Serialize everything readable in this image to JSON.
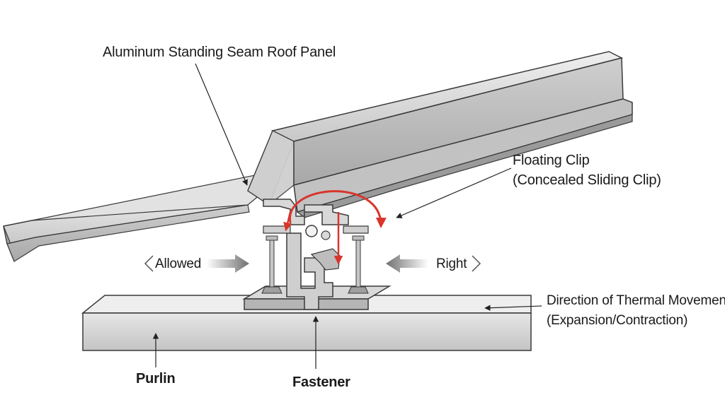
{
  "labels": {
    "roof_panel": "Aluminum Standing Seam Roof Panel",
    "floating_clip_line1": "Floating Clip",
    "floating_clip_line2": "(Concealed Sliding Clip)",
    "allowed": "Allowed",
    "right": "Right",
    "thermal_line1": "Direction of Thermal Movement",
    "thermal_line2": "(Expansion/Contraction)",
    "purlin": "Purlin",
    "fastener": "Fastener"
  },
  "colors": {
    "metal_light": "#d9d9d9",
    "metal_mid": "#b9b9b9",
    "metal_dark": "#8f8f8f",
    "outline": "#3a3a3a",
    "movement_arrow": "#d9352b",
    "gray_arrow": "#8a8a8a"
  }
}
